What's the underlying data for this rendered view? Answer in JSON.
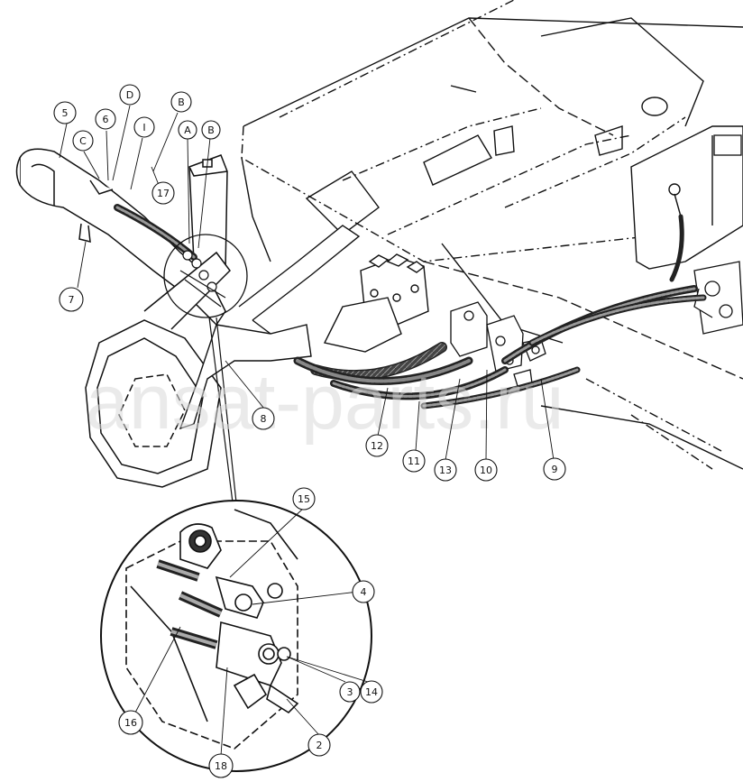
{
  "watermark": "ansat-parts.ru",
  "callouts": {
    "c5": "5",
    "cC": "C",
    "c6": "6",
    "cD": "D",
    "cI": "I",
    "cB1": "B",
    "cA": "A",
    "cB2": "B",
    "c17": "17",
    "c7": "7",
    "c8": "8",
    "c12": "12",
    "c11": "11",
    "c13": "13",
    "c10": "10",
    "c9": "9",
    "c15": "15",
    "c4": "4",
    "c3": "3",
    "c14": "14",
    "c16": "16",
    "c2": "2",
    "c18": "18"
  },
  "colors": {
    "line": "#111111",
    "hose": "#2a2a2a",
    "watermark": "#d9d9d9"
  }
}
